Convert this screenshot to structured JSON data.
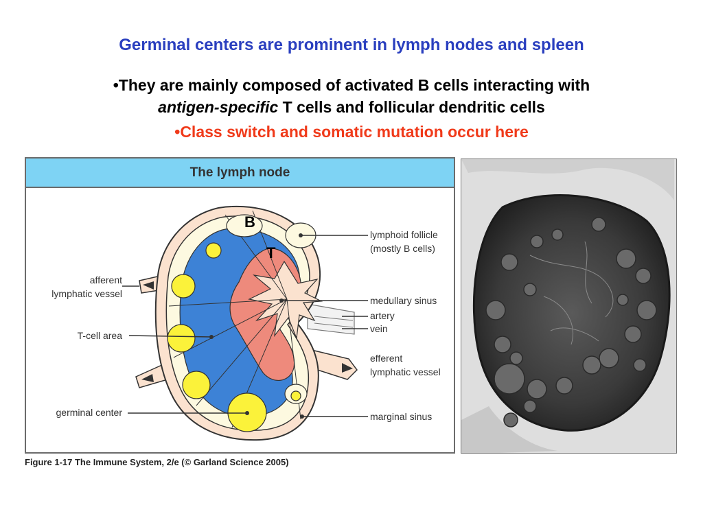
{
  "slide": {
    "title": "Germinal centers are prominent in lymph nodes and spleen",
    "bullet1_line1": "•They are mainly composed of activated B cells interacting with",
    "bullet1_line2_italic": "antigen-specific",
    "bullet1_line2_rest": " T cells and follicular dendritic cells",
    "bullet2": "•Class switch and somatic mutation occur here"
  },
  "figure": {
    "header": "The lymph node",
    "marker_b": "B",
    "marker_t": "T",
    "labels": {
      "afferent_1": "afferent",
      "afferent_2": "lymphatic vessel",
      "t_cell_area": "T-cell area",
      "germinal_center": "germinal center",
      "lymphoid_follicle_1": "lymphoid follicle",
      "lymphoid_follicle_2": "(mostly B cells)",
      "medullary_sinus": "medullary sinus",
      "artery": "artery",
      "vein": "vein",
      "efferent_1": "efferent",
      "efferent_2": "lymphatic vessel",
      "marginal_sinus": "marginal sinus"
    },
    "caption": "Figure 1-17  The Immune System, 2/e (© Garland Science 2005)"
  },
  "colors": {
    "title_blue": "#2a3fbf",
    "highlight_red": "#f03a1a",
    "header_blue": "#7ed3f4",
    "t_area_blue": "#3d82d6",
    "medulla_salmon": "#ee8a7c",
    "capsule_peach": "#fbe2cf",
    "follicle_cream": "#fdf9e0",
    "germinal_yellow": "#fbf23a"
  }
}
